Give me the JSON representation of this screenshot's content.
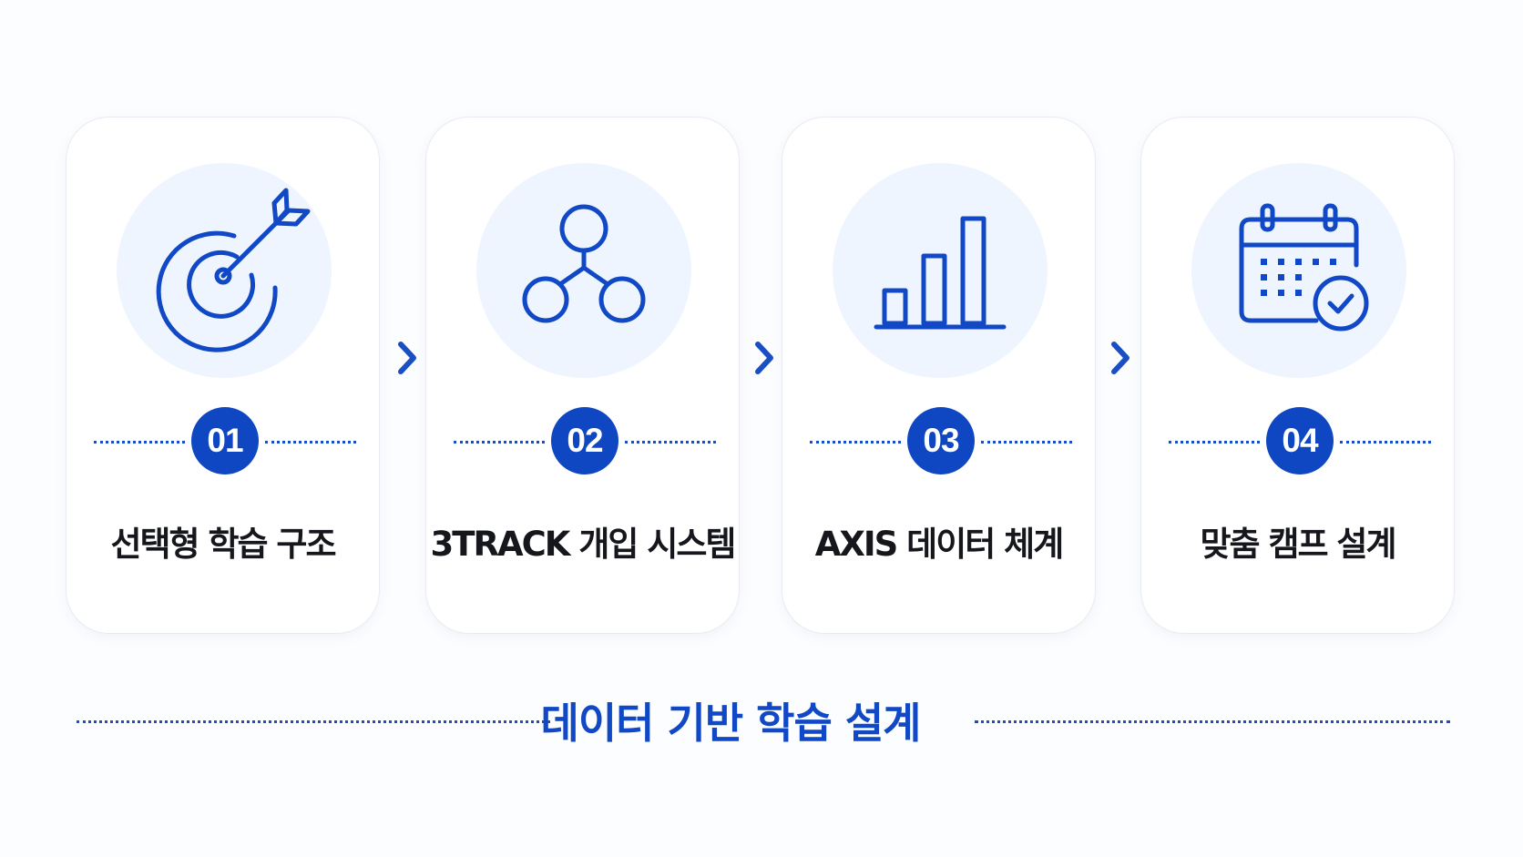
{
  "accent_color": "#0f46c2",
  "steps": [
    {
      "number": "01",
      "title": "선택형 학습 구조",
      "icon": "target-icon"
    },
    {
      "number": "02",
      "title": "3TRACK 개입 시스템",
      "icon": "network-icon"
    },
    {
      "number": "03",
      "title": "AXIS 데이터 체계",
      "icon": "bar-chart-icon"
    },
    {
      "number": "04",
      "title": "맞춤 캠프 설계",
      "icon": "calendar-check-icon"
    }
  ],
  "footer": {
    "label": "데이터 기반 학습 설계"
  }
}
